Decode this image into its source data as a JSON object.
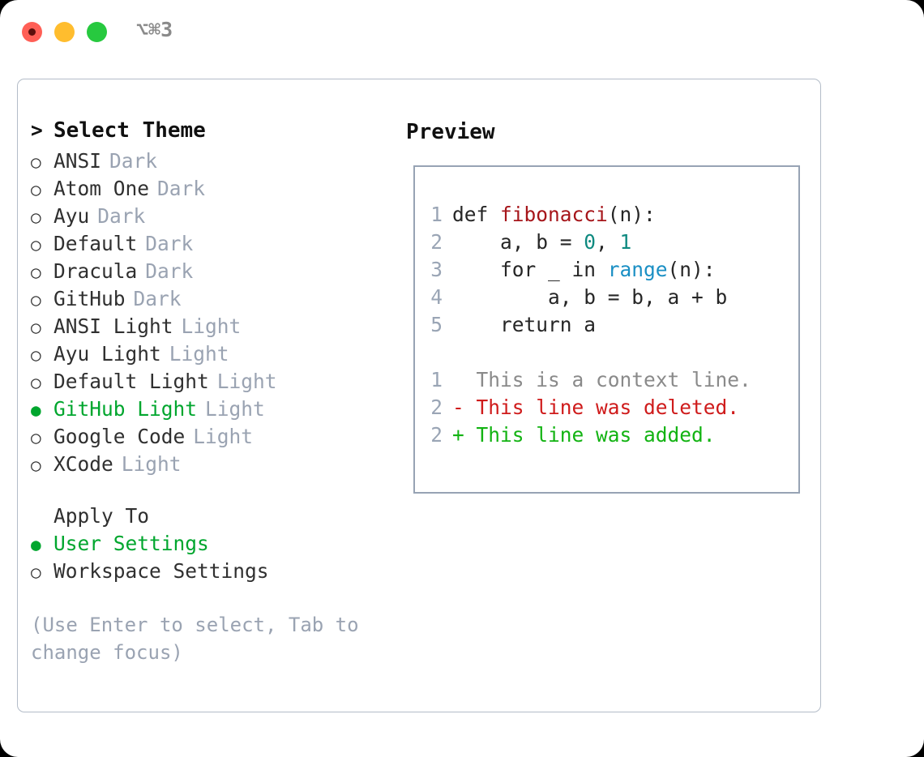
{
  "titlebar": {
    "shortcut": "⌥⌘3",
    "buttons": [
      {
        "name": "close",
        "color": "#ff5f56"
      },
      {
        "name": "minimize",
        "color": "#ffbd2e"
      },
      {
        "name": "maximize",
        "color": "#27c93f"
      }
    ]
  },
  "theme_list": {
    "header_caret": ">",
    "header": "Select Theme",
    "items": [
      {
        "bullet": "○",
        "name": "ANSI",
        "tag": "Dark",
        "selected": false
      },
      {
        "bullet": "○",
        "name": "Atom One",
        "tag": "Dark",
        "selected": false
      },
      {
        "bullet": "○",
        "name": "Ayu",
        "tag": "Dark",
        "selected": false
      },
      {
        "bullet": "○",
        "name": "Default",
        "tag": "Dark",
        "selected": false
      },
      {
        "bullet": "○",
        "name": "Dracula",
        "tag": "Dark",
        "selected": false
      },
      {
        "bullet": "○",
        "name": "GitHub",
        "tag": "Dark",
        "selected": false
      },
      {
        "bullet": "○",
        "name": "ANSI Light",
        "tag": "Light",
        "selected": false
      },
      {
        "bullet": "○",
        "name": "Ayu Light",
        "tag": "Light",
        "selected": false
      },
      {
        "bullet": "○",
        "name": "Default Light",
        "tag": "Light",
        "selected": false
      },
      {
        "bullet": "●",
        "name": "GitHub Light",
        "tag": "Light",
        "selected": true
      },
      {
        "bullet": "○",
        "name": "Google Code",
        "tag": "Light",
        "selected": false
      },
      {
        "bullet": "○",
        "name": "XCode",
        "tag": "Light",
        "selected": false
      }
    ]
  },
  "apply_to": {
    "header": "Apply To",
    "items": [
      {
        "bullet": "●",
        "name": "User Settings",
        "selected": true
      },
      {
        "bullet": "○",
        "name": "Workspace Settings",
        "selected": false
      }
    ]
  },
  "hint": "(Use Enter to select, Tab to change focus)",
  "preview": {
    "title": "Preview",
    "code_lines": [
      {
        "no": "1",
        "segments": [
          {
            "text": "def ",
            "style": "plain"
          },
          {
            "text": "fibonacci",
            "style": "fn"
          },
          {
            "text": "(n):",
            "style": "plain"
          }
        ]
      },
      {
        "no": "2",
        "segments": [
          {
            "text": "    a, b = ",
            "style": "plain"
          },
          {
            "text": "0",
            "style": "num"
          },
          {
            "text": ", ",
            "style": "plain"
          },
          {
            "text": "1",
            "style": "num"
          }
        ]
      },
      {
        "no": "3",
        "segments": [
          {
            "text": "    for _ in ",
            "style": "plain"
          },
          {
            "text": "range",
            "style": "call"
          },
          {
            "text": "(n):",
            "style": "plain"
          }
        ]
      },
      {
        "no": "4",
        "segments": [
          {
            "text": "        a, b = b, a + b",
            "style": "plain"
          }
        ]
      },
      {
        "no": "5",
        "segments": [
          {
            "text": "    return a",
            "style": "plain"
          }
        ]
      }
    ],
    "diff_lines": [
      {
        "no": "1",
        "marker": "  ",
        "text": "This is a context line.",
        "kind": "context"
      },
      {
        "no": "2",
        "marker": "- ",
        "text": "This line was deleted.",
        "kind": "deleted"
      },
      {
        "no": "2",
        "marker": "+ ",
        "text": "This line was added.",
        "kind": "added"
      }
    ]
  },
  "colors": {
    "accent_green": "#00a62e",
    "tag_muted": "#9aa3b2",
    "panel_border": "#b3bcc8",
    "code_border": "#97a3b4",
    "lineno": "#9aa5b5",
    "fn_name": "#a6161b",
    "number": "#0f8a80",
    "call": "#1a8fc4",
    "diff_deleted": "#cf1b1b",
    "diff_added": "#12b312",
    "diff_context": "#8a8a8a"
  }
}
